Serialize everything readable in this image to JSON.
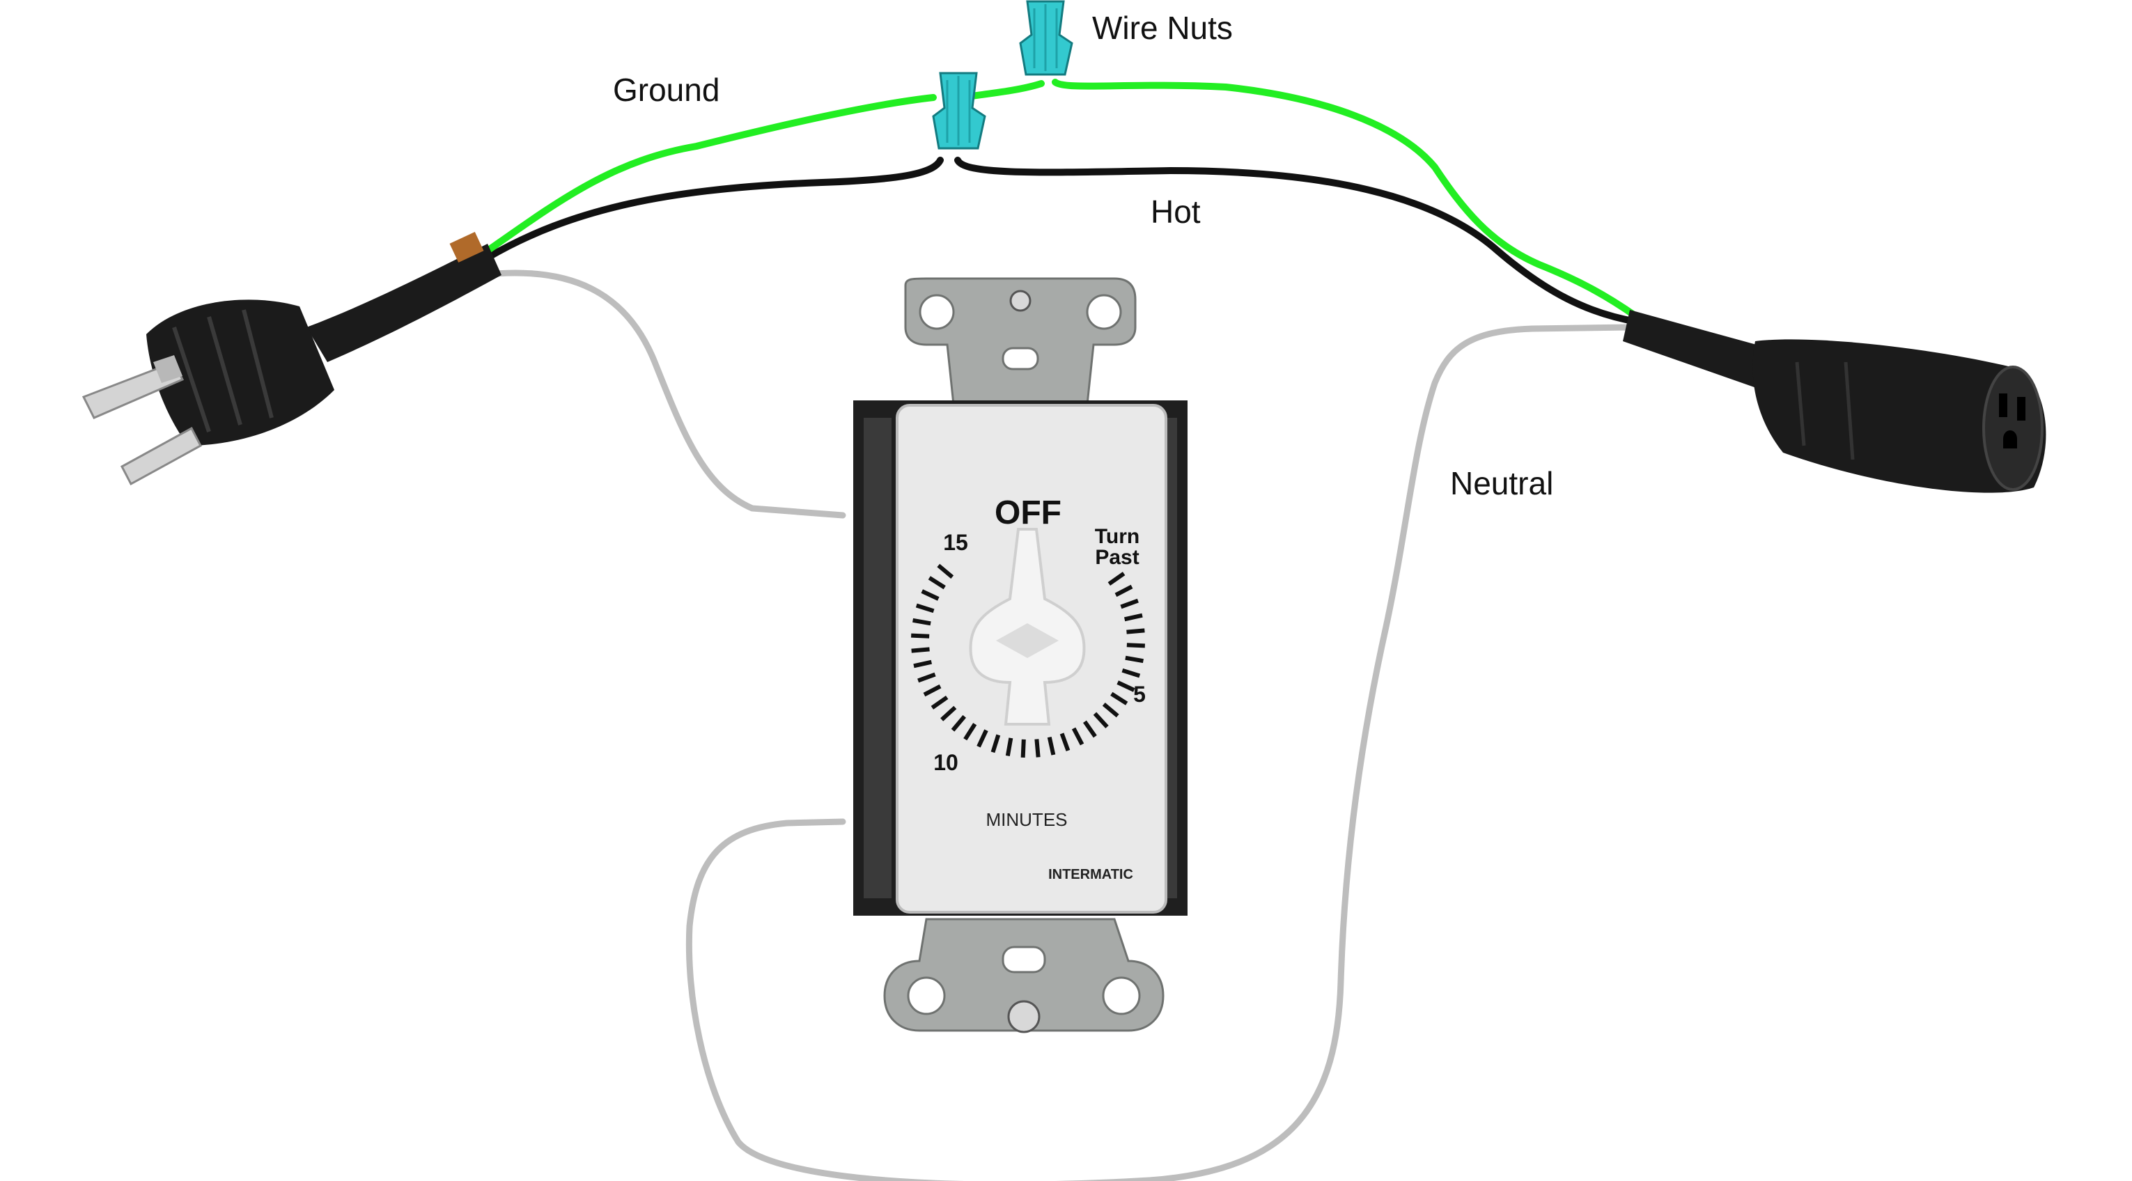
{
  "labels": {
    "wire_nuts": "Wire Nuts",
    "ground": "Ground",
    "hot": "Hot",
    "neutral": "Neutral"
  },
  "timer": {
    "off": "OFF",
    "turn": "Turn",
    "past": "Past",
    "n15": "15",
    "n10": "10",
    "n5": "5",
    "minutes": "MINUTES",
    "brand": "INTERMATIC"
  },
  "colors": {
    "ground_wire": "#22ee22",
    "hot_wire": "#111111",
    "neutral_wire": "#bdbdbd",
    "wire_nut": "#33c9cf",
    "plug": "#1b1b1b",
    "plate": "#e9e9e9",
    "yoke": "#a7aaa8"
  },
  "icons": [
    "plug-icon",
    "outlet-icon",
    "wire-nut-icon",
    "timer-switch-icon"
  ]
}
